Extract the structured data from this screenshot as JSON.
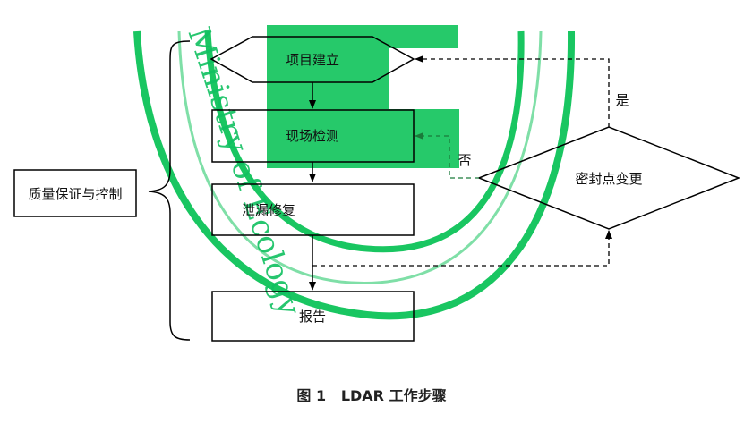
{
  "watermark": {
    "text": "Ministry of Ecology",
    "color": "#00c050"
  },
  "flow": {
    "steps": [
      {
        "label": "项目建立",
        "shape": "hexagon"
      },
      {
        "label": "现场检测",
        "shape": "rect"
      },
      {
        "label": "泄漏修复",
        "shape": "rect"
      },
      {
        "label": "报告",
        "shape": "rect"
      }
    ],
    "decision": {
      "label": "密封点变更",
      "shape": "diamond"
    },
    "yes_label": "是",
    "no_label": "否",
    "qa_label": "质量保证与控制"
  },
  "caption": "图 1   LDAR 工作步骤",
  "colors": {
    "line": "#000000",
    "accent": "#00b050"
  }
}
